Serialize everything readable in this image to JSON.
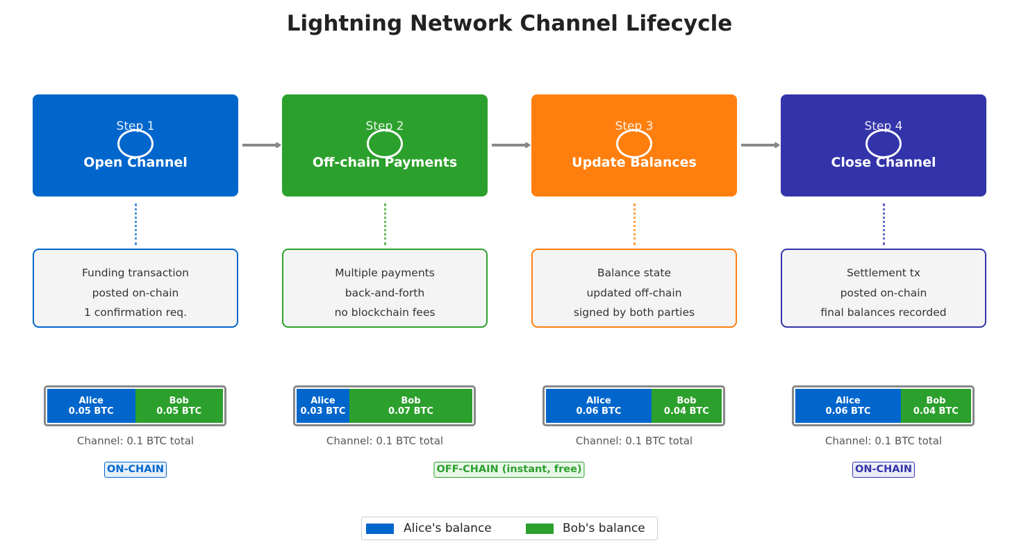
{
  "title": "Lightning Network Channel Lifecycle",
  "colors": {
    "alice": "#0066CC",
    "bob": "#2CA02C",
    "arrow": "#888888",
    "step1": "#0066CC",
    "step2": "#2CA02C",
    "step3": "#FF7F0E",
    "step4": "#3333AA"
  },
  "steps": [
    {
      "label": "Step 1",
      "name": "Open Channel",
      "icon": "circle-icon",
      "desc": [
        "Funding transaction",
        "posted on-chain",
        "1 confirmation req."
      ],
      "alice": {
        "name": "Alice",
        "amount": "0.05 BTC",
        "value": 0.05
      },
      "bob": {
        "name": "Bob",
        "amount": "0.05 BTC",
        "value": 0.05
      },
      "total": "Channel: 0.1 BTC total"
    },
    {
      "label": "Step 2",
      "name": "Off-chain Payments",
      "icon": "circle-icon",
      "desc": [
        "Multiple payments",
        "back-and-forth",
        "no blockchain fees"
      ],
      "alice": {
        "name": "Alice",
        "amount": "0.03 BTC",
        "value": 0.03
      },
      "bob": {
        "name": "Bob",
        "amount": "0.07 BTC",
        "value": 0.07
      },
      "total": "Channel: 0.1 BTC total"
    },
    {
      "label": "Step 3",
      "name": "Update Balances",
      "icon": "circle-icon",
      "desc": [
        "Balance state",
        "updated off-chain",
        "signed by both parties"
      ],
      "alice": {
        "name": "Alice",
        "amount": "0.06 BTC",
        "value": 0.06
      },
      "bob": {
        "name": "Bob",
        "amount": "0.04 BTC",
        "value": 0.04
      },
      "total": "Channel: 0.1 BTC total"
    },
    {
      "label": "Step 4",
      "name": "Close Channel",
      "icon": "circle-icon",
      "desc": [
        "Settlement tx",
        "posted on-chain",
        "final balances recorded"
      ],
      "alice": {
        "name": "Alice",
        "amount": "0.06 BTC",
        "value": 0.06
      },
      "bob": {
        "name": "Bob",
        "amount": "0.04 BTC",
        "value": 0.04
      },
      "total": "Channel: 0.1 BTC total"
    }
  ],
  "tags": [
    {
      "text": "ON-CHAIN",
      "color": "#0066CC",
      "bg": "#E6F0FA"
    },
    {
      "text": "OFF-CHAIN (instant, free)",
      "color": "#2CA02C",
      "bg": "#E8F6E8"
    },
    {
      "text": "ON-CHAIN",
      "color": "#3333AA",
      "bg": "#ECECF8"
    }
  ],
  "legend": {
    "alice_label": "Alice's balance",
    "bob_label": "Bob's balance"
  }
}
